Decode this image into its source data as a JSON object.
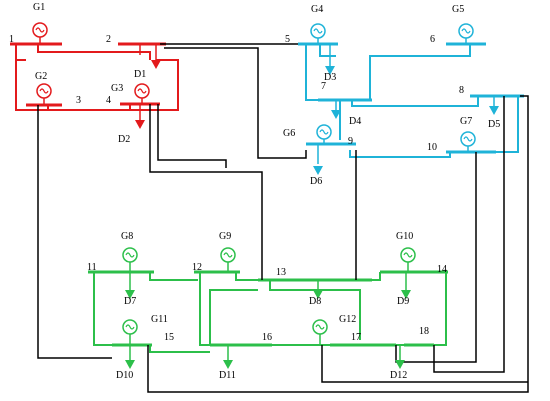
{
  "colors": {
    "area1": "#e31a1c",
    "area2": "#1fb3d8",
    "area3": "#2cbf4a",
    "tie": "#000000"
  },
  "generators": [
    {
      "id": "g1",
      "label": "G1",
      "color": "area1"
    },
    {
      "id": "g2",
      "label": "G2",
      "color": "area1"
    },
    {
      "id": "g3",
      "label": "G3",
      "color": "area1"
    },
    {
      "id": "g4",
      "label": "G4",
      "color": "area2"
    },
    {
      "id": "g5",
      "label": "G5",
      "color": "area2"
    },
    {
      "id": "g6",
      "label": "G6",
      "color": "area2"
    },
    {
      "id": "g7",
      "label": "G7",
      "color": "area2"
    },
    {
      "id": "g8",
      "label": "G8",
      "color": "area3"
    },
    {
      "id": "g9",
      "label": "G9",
      "color": "area3"
    },
    {
      "id": "g10",
      "label": "G10",
      "color": "area3"
    },
    {
      "id": "g11",
      "label": "G11",
      "color": "area3"
    },
    {
      "id": "g12",
      "label": "G12",
      "color": "area3"
    }
  ],
  "loads": [
    {
      "id": "d1",
      "label": "D1",
      "color": "area1"
    },
    {
      "id": "d2",
      "label": "D2",
      "color": "area1"
    },
    {
      "id": "d3",
      "label": "D3",
      "color": "area2"
    },
    {
      "id": "d4",
      "label": "D4",
      "color": "area2"
    },
    {
      "id": "d5",
      "label": "D5",
      "color": "area2"
    },
    {
      "id": "d6",
      "label": "D6",
      "color": "area2"
    },
    {
      "id": "d7",
      "label": "D7",
      "color": "area3"
    },
    {
      "id": "d8",
      "label": "D8",
      "color": "area3"
    },
    {
      "id": "d9",
      "label": "D9",
      "color": "area3"
    },
    {
      "id": "d10",
      "label": "D10",
      "color": "area3"
    },
    {
      "id": "d11",
      "label": "D11",
      "color": "area3"
    },
    {
      "id": "d12",
      "label": "D12",
      "color": "area3"
    }
  ],
  "buses": [
    "1",
    "2",
    "3",
    "4",
    "5",
    "6",
    "7",
    "8",
    "9",
    "10",
    "11",
    "12",
    "13",
    "14",
    "15",
    "16",
    "17",
    "18"
  ]
}
